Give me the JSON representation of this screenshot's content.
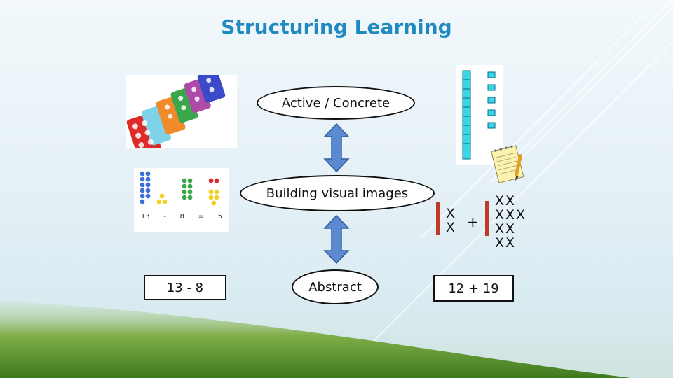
{
  "slide": {
    "title": "Structuring Learning",
    "stages": {
      "active": "Active / Concrete",
      "visual": "Building visual images",
      "abstract": "Abstract"
    },
    "examples": {
      "left": "13 - 8",
      "right": "12 + 19"
    },
    "number_bar_sum": {
      "left_labels": [
        "13",
        "-",
        "8",
        "=",
        "5"
      ]
    },
    "tally": {
      "left_col": [
        "X",
        "X"
      ],
      "operator": "+",
      "right_col": [
        "XX",
        "XXX",
        "XX",
        "XX"
      ]
    }
  }
}
